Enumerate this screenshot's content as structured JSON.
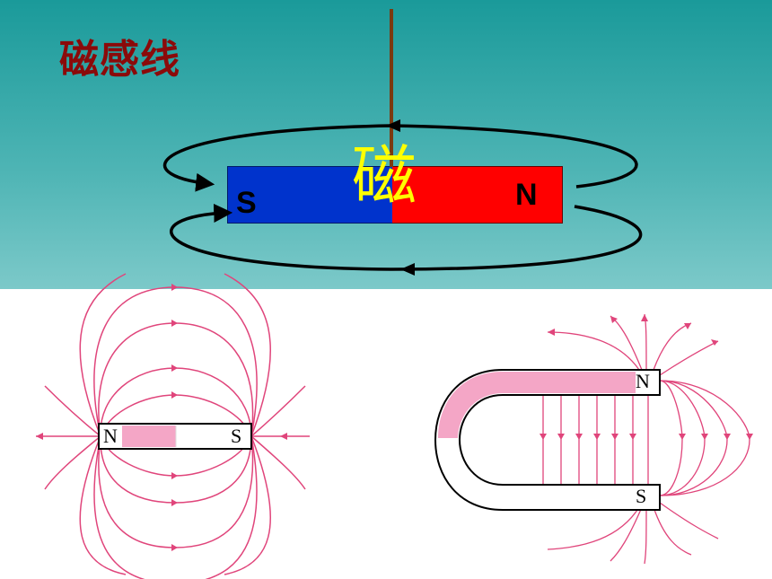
{
  "slide": {
    "title": "磁感线",
    "colors": {
      "title": "#8b0a0a",
      "background_top": "#1a9a9a",
      "magnet_s": "#0033cc",
      "magnet_n": "#ff0000",
      "char": "#ffff00",
      "field_lines": "#e0457b"
    }
  },
  "bar_demo": {
    "south_label": "S",
    "north_label": "N",
    "center_char": "磁"
  },
  "bar_field_diagram": {
    "north_label": "N",
    "south_label": "S"
  },
  "horseshoe_diagram": {
    "north_label": "N",
    "south_label": "S"
  }
}
